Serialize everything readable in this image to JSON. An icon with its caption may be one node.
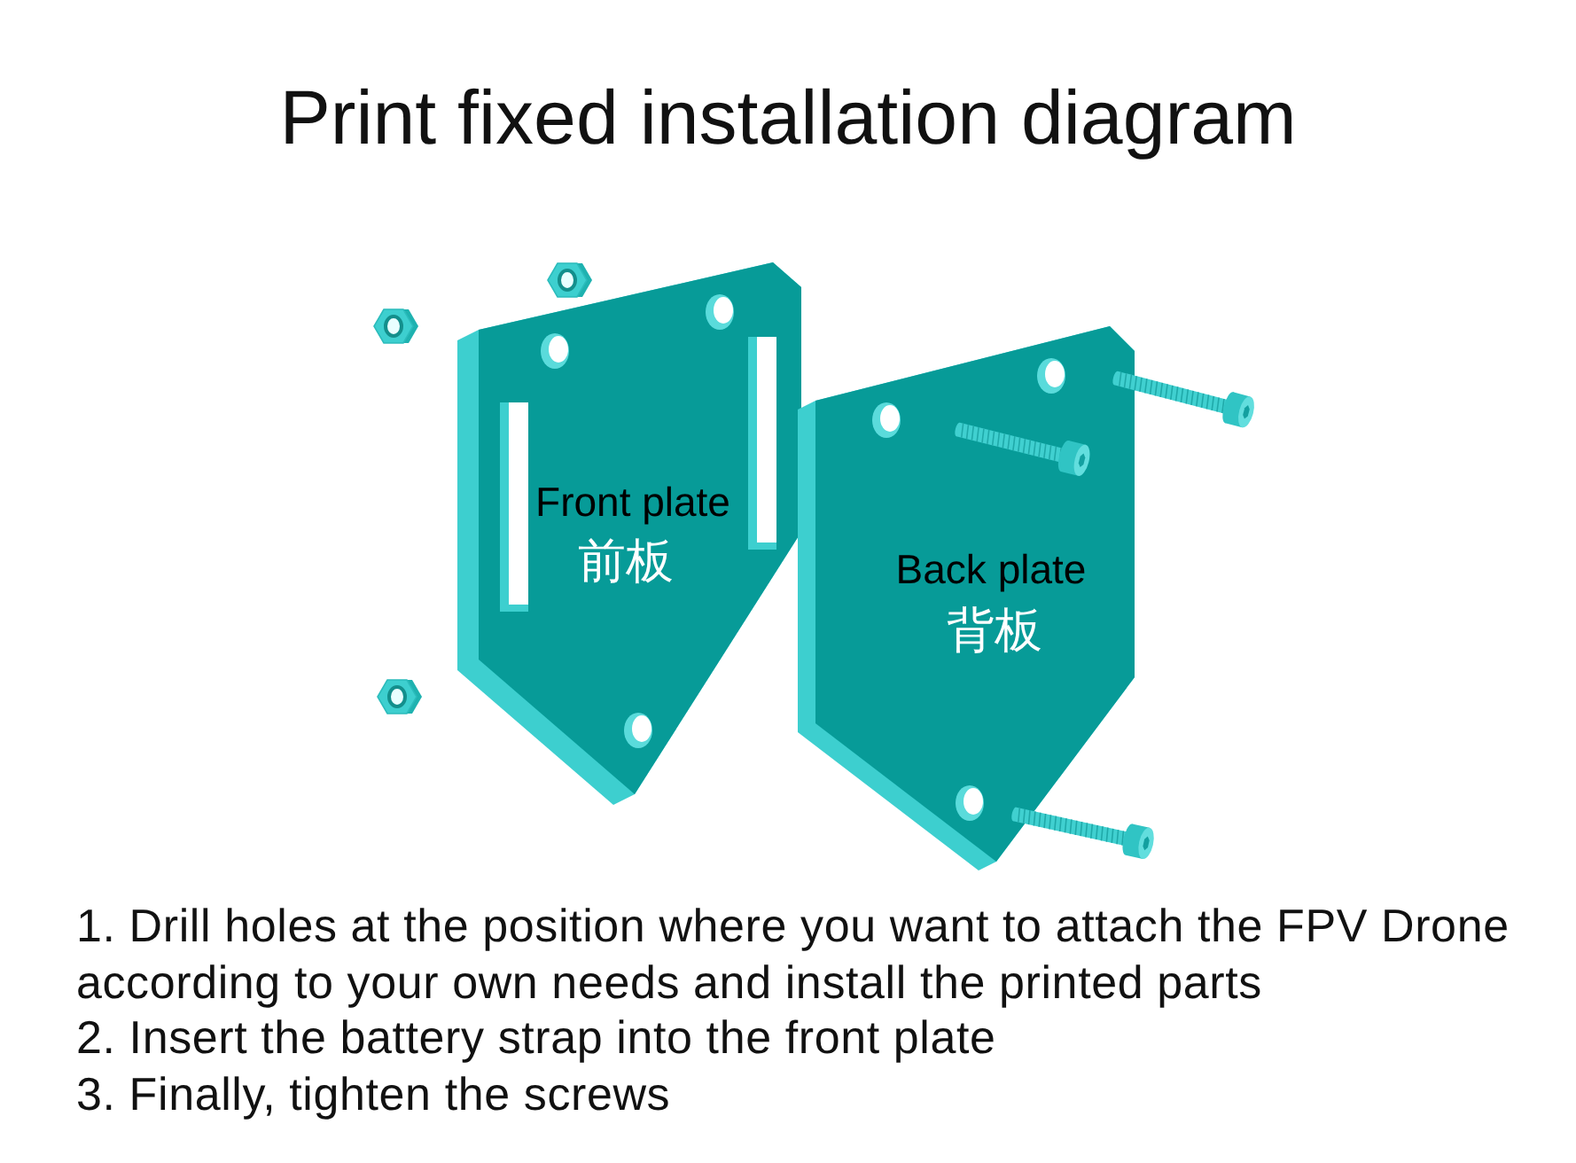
{
  "diagram": {
    "title": "Print fixed installation diagram",
    "nodes": [
      {
        "text": [
          "Front plate",
          "前板"
        ]
      },
      {
        "text": [
          "Back plate",
          "背板"
        ]
      }
    ],
    "labels": [
      "1. Drill holes at the position where you want to attach the FPV Drone according to your own needs and install the printed parts",
      "2. Insert the battery strap into the front plate",
      "3. Finally, tighten the screws"
    ]
  }
}
